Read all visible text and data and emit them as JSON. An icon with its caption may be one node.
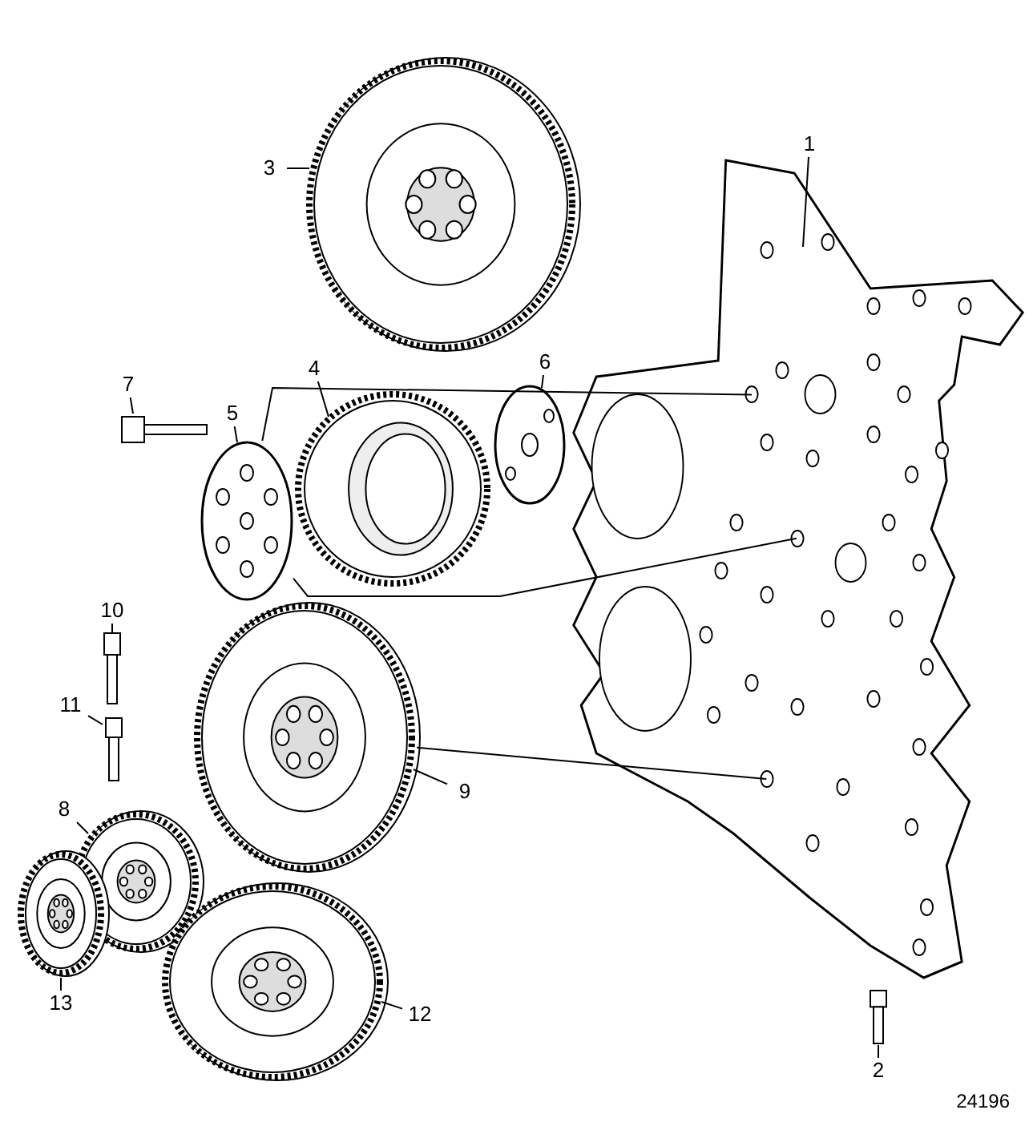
{
  "diagram": {
    "nodes": [
      {
        "text": [
          "1"
        ]
      },
      {
        "text": [
          "2"
        ]
      },
      {
        "text": [
          "3"
        ]
      },
      {
        "text": [
          "4"
        ]
      },
      {
        "text": [
          "5"
        ]
      },
      {
        "text": [
          "6"
        ]
      },
      {
        "text": [
          "7"
        ]
      },
      {
        "text": [
          "8"
        ]
      },
      {
        "text": [
          "9"
        ]
      },
      {
        "text": [
          "10"
        ]
      },
      {
        "text": [
          "11"
        ]
      },
      {
        "text": [
          "12"
        ]
      },
      {
        "text": [
          "13"
        ]
      },
      {
        "text": [],
        "shape": "picture"
      },
      {
        "text": [],
        "shape": "picture"
      },
      {
        "text": [],
        "shape": "picture"
      },
      {
        "text": [],
        "shape": "picture"
      },
      {
        "text": [],
        "shape": "picture"
      },
      {
        "text": [],
        "shape": "picture"
      },
      {
        "text": [],
        "shape": "picture"
      },
      {
        "text": [],
        "shape": "picture"
      },
      {
        "text": [],
        "shape": "picture"
      },
      {
        "text": [],
        "shape": "picture"
      },
      {
        "text": [],
        "shape": "picture"
      },
      {
        "text": [],
        "shape": "picture"
      },
      {
        "text": [],
        "shape": "picture"
      }
    ],
    "edges": [
      {
        "from": 0,
        "to": 13,
        "arrow": "none"
      },
      {
        "from": 1,
        "to": 14,
        "arrow": "none"
      },
      {
        "from": 2,
        "to": 15,
        "arrow": "none"
      },
      {
        "from": 3,
        "to": 16,
        "arrow": "none"
      },
      {
        "from": 4,
        "to": 17,
        "arrow": "none"
      },
      {
        "from": 5,
        "to": 18,
        "arrow": "none"
      },
      {
        "from": 6,
        "to": 19,
        "arrow": "none"
      },
      {
        "from": 7,
        "to": 20,
        "arrow": "none"
      },
      {
        "from": 8,
        "to": 21,
        "arrow": "none"
      },
      {
        "from": 9,
        "to": 22,
        "arrow": "none"
      },
      {
        "from": 10,
        "to": 23,
        "arrow": "none"
      },
      {
        "from": 11,
        "to": 24,
        "arrow": "none"
      },
      {
        "from": 12,
        "to": 25,
        "arrow": "none"
      },
      {
        "from": 17,
        "to": 13,
        "arrow": "none"
      },
      {
        "from": 17,
        "to": 13,
        "arrow": "none"
      },
      {
        "from": 21,
        "to": 13,
        "arrow": "none"
      }
    ],
    "labels": [
      "24196"
    ]
  }
}
